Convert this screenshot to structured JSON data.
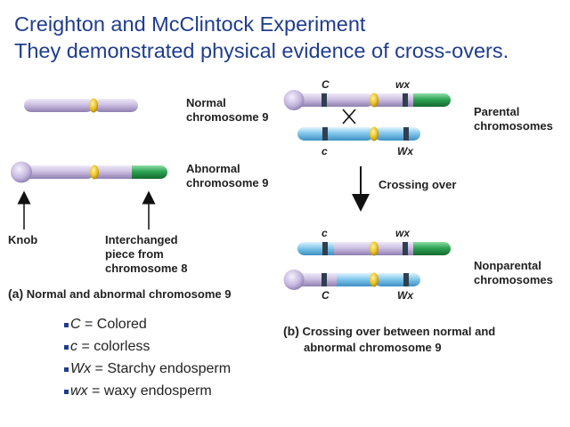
{
  "title": {
    "line1": "Creighton and McClintock Experiment",
    "line2": "They demonstrated physical evidence of cross-overs."
  },
  "panel_a": {
    "normal_label": [
      "Normal",
      "chromosome 9"
    ],
    "abnormal_label": [
      "Abnormal",
      "chromosome 9"
    ],
    "knob_label": "Knob",
    "interchanged_label": [
      "Interchanged",
      "piece from",
      "chromosome 8"
    ],
    "caption_letter": "(a)",
    "caption_text": "Normal and abnormal chromosome 9"
  },
  "panel_b": {
    "top_genes": {
      "left": "C",
      "right": "wx"
    },
    "parental_bottom_genes": {
      "left": "c",
      "right": "Wx"
    },
    "parental_label": [
      "Parental",
      "chromosomes"
    ],
    "crossing_label": "Crossing over",
    "nonparental_top_genes": {
      "left": "c",
      "right": "wx"
    },
    "nonparental_bottom_genes": {
      "left": "C",
      "right": "Wx"
    },
    "nonparental_label": [
      "Nonparental",
      "chromosomes"
    ],
    "caption_letter": "(b)",
    "caption_line1": "Crossing over between normal and",
    "caption_line2": "abnormal chromosome 9"
  },
  "legend": [
    {
      "symbol": "C",
      "text": " = Colored"
    },
    {
      "symbol": "c",
      "text": " = colorless"
    },
    {
      "symbol": "Wx",
      "text": " = Starchy endosperm"
    },
    {
      "symbol": "wx",
      "text": " = waxy endosperm"
    }
  ],
  "colors": {
    "title": "#1f3d8f",
    "lavender": "#c9bde0",
    "blue": "#7cc4ea",
    "green": "#2a9a4c",
    "centromere": "#e8c020",
    "band": "#2f3f4f"
  }
}
